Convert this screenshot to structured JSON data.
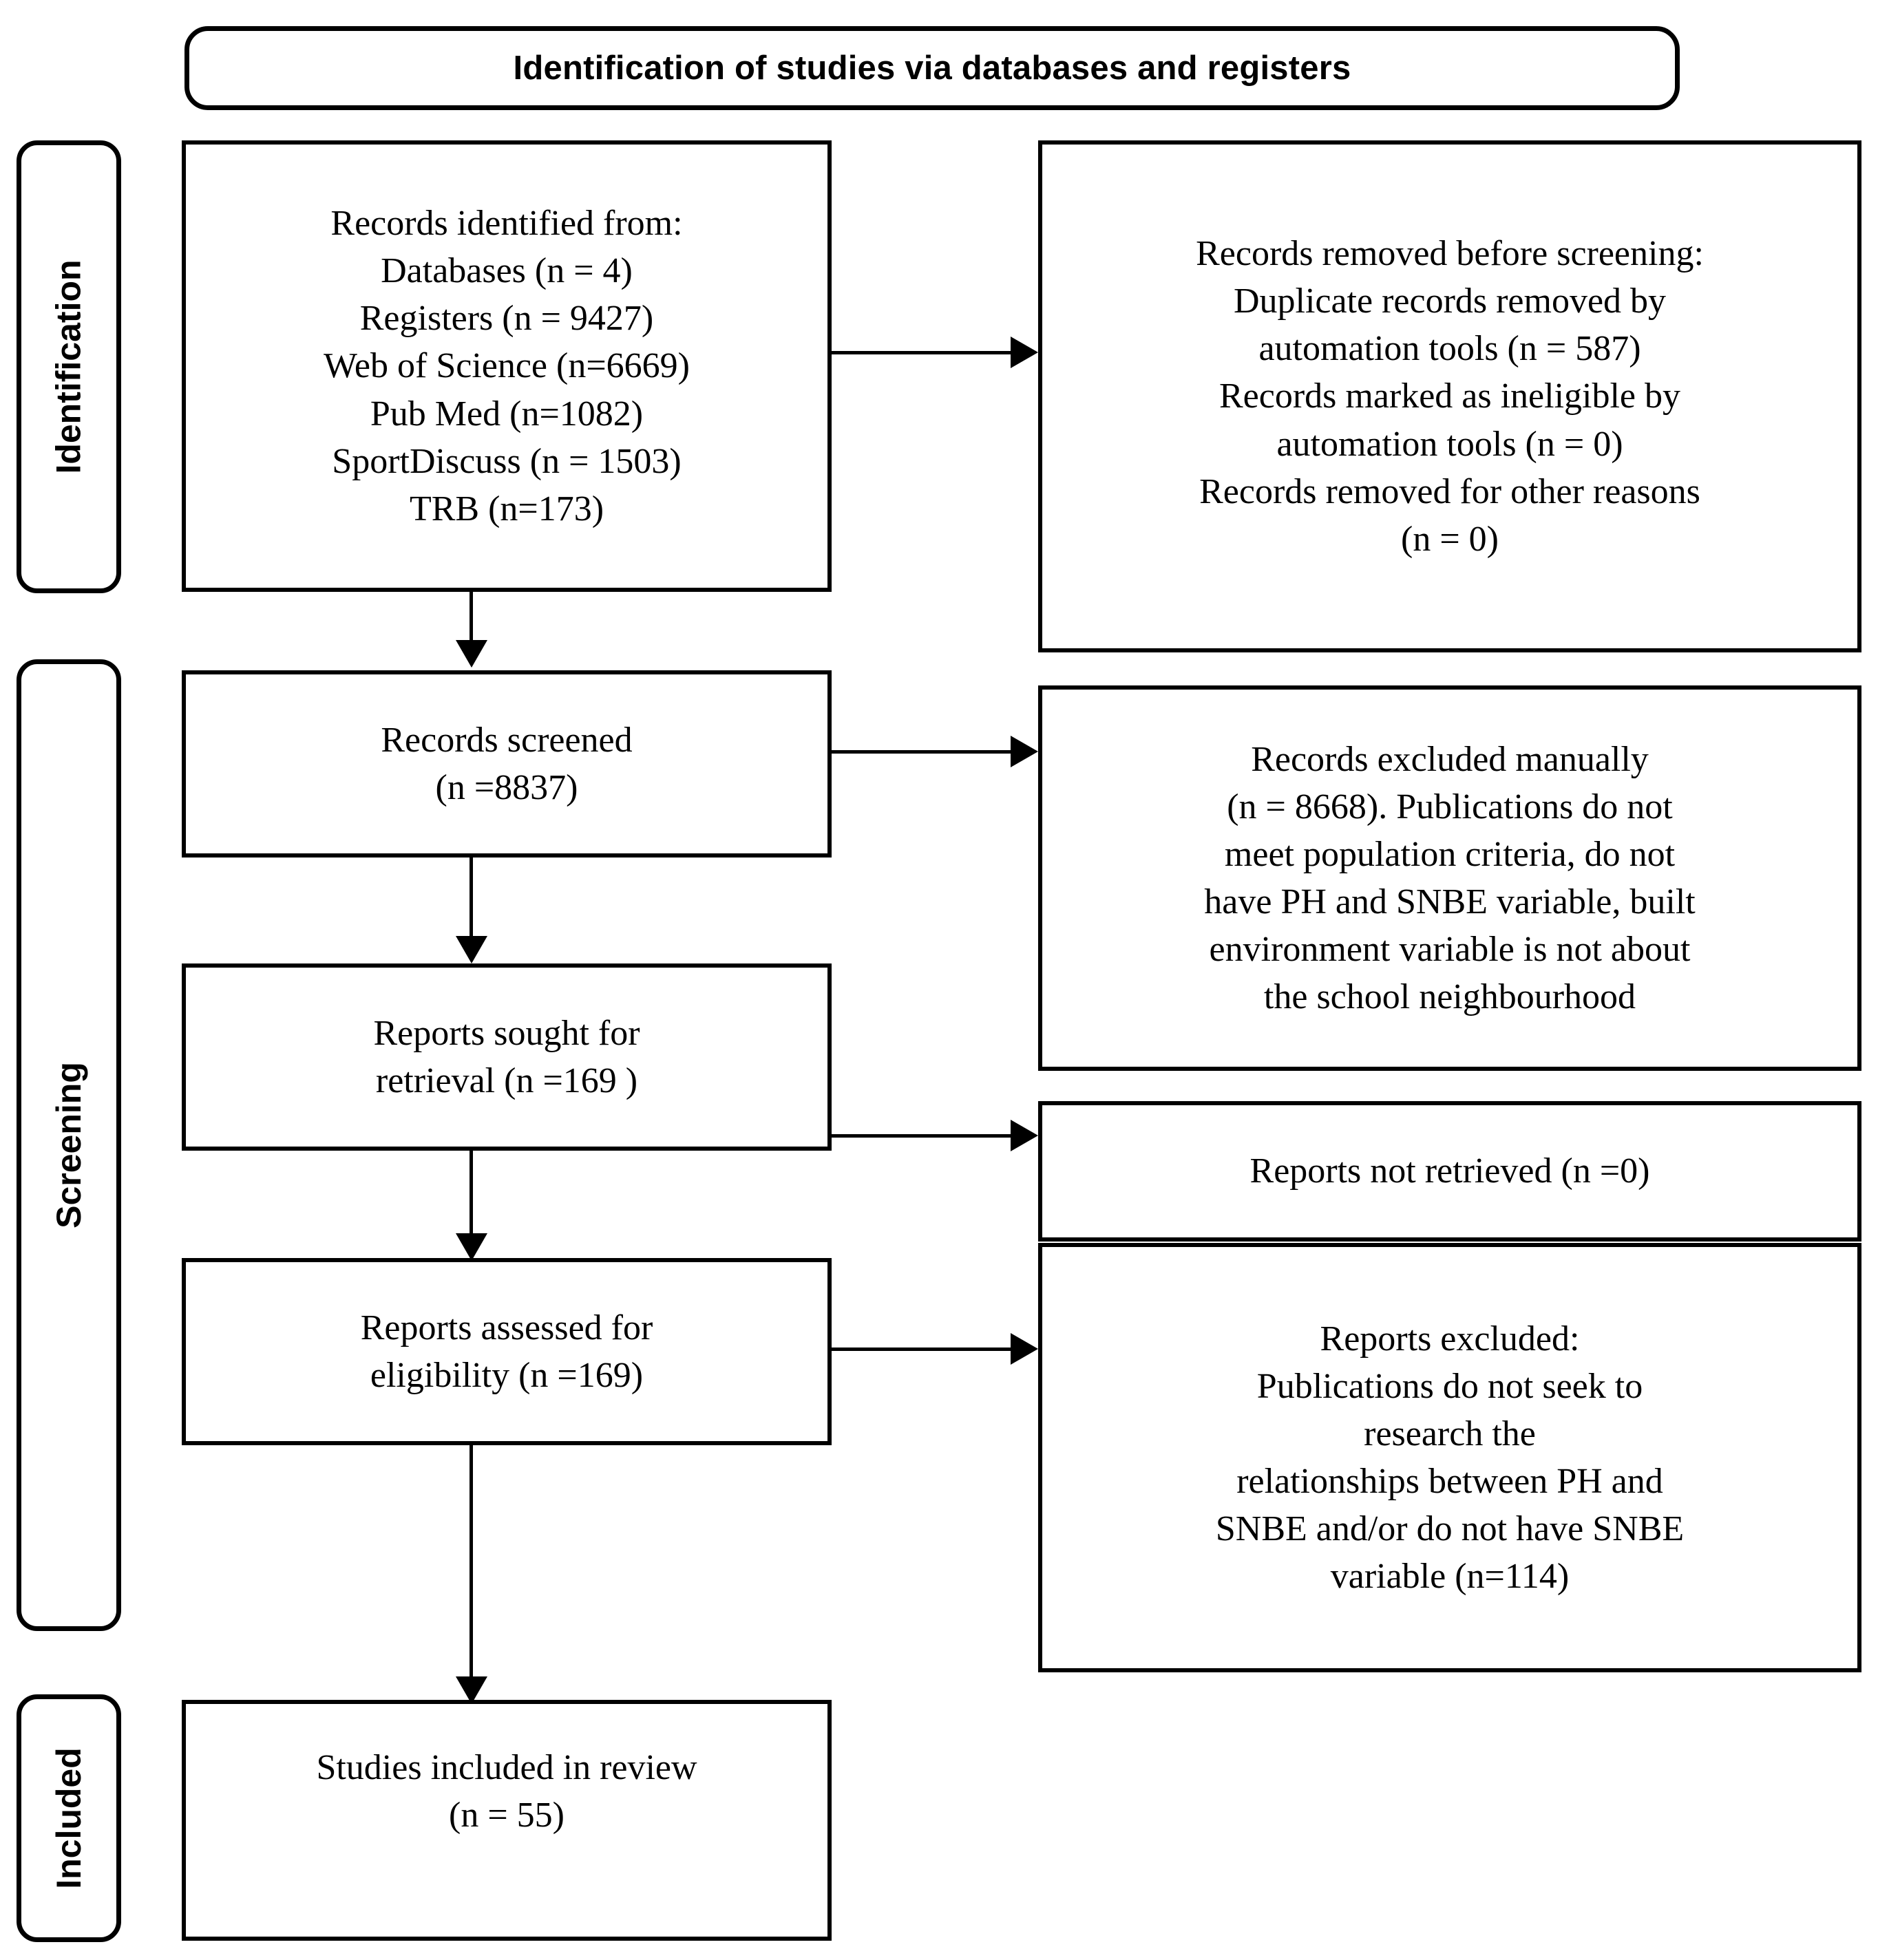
{
  "header": {
    "title": "Identification of studies via databases and registers"
  },
  "stages": [
    {
      "label": "Identification"
    },
    {
      "label": "Screening"
    },
    {
      "label": "Included"
    }
  ],
  "boxes": {
    "records_identified": {
      "lines": [
        "Records identified from:",
        "Databases (n = 4)",
        "Registers (n = 9427)",
        "Web of Science (n=6669)",
        "Pub Med (n=1082)",
        "SportDiscuss (n = 1503)",
        "TRB (n=173)"
      ]
    },
    "records_removed": {
      "lines": [
        "Records removed before screening:",
        "Duplicate records removed by",
        "automation tools (n = 587)",
        "Records marked as ineligible by",
        "automation tools (n = 0)",
        "Records removed for other reasons",
        "(n = 0)"
      ]
    },
    "records_screened": {
      "lines": [
        "Records screened",
        "(n =8837)"
      ]
    },
    "records_excluded": {
      "lines": [
        "Records excluded manually",
        "(n = 8668). Publications do not",
        "meet population criteria, do not",
        "have PH and SNBE variable, built",
        "environment variable is not about",
        "the school neighbourhood"
      ]
    },
    "reports_sought": {
      "lines": [
        "Reports sought for",
        "retrieval (n =169 )"
      ]
    },
    "reports_not_retrieved": {
      "lines": [
        "Reports not retrieved (n =0)"
      ]
    },
    "reports_assessed": {
      "lines": [
        "Reports assessed for",
        "eligibility (n =169)"
      ]
    },
    "reports_excluded": {
      "lines": [
        "Reports excluded:",
        "Publications do not seek to",
        "research the",
        "relationships between PH and",
        "SNBE and/or do not have SNBE",
        "variable (n=114)"
      ]
    },
    "studies_included": {
      "lines": [
        "Studies included in review",
        "(n = 55)"
      ]
    }
  },
  "colors": {
    "stroke": "#000000",
    "background": "#ffffff",
    "text": "#000000"
  }
}
